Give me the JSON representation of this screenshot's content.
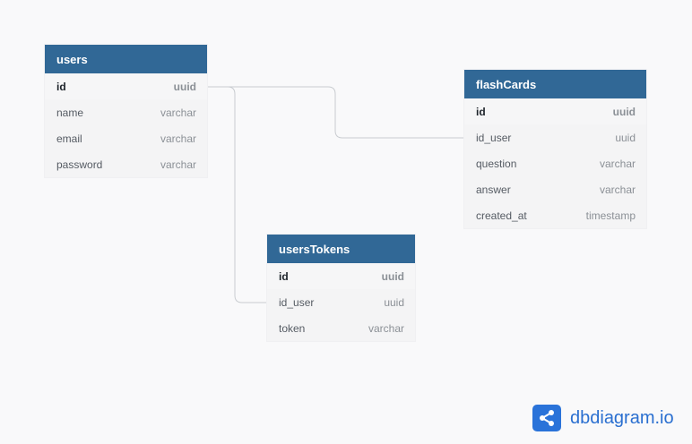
{
  "tables": {
    "users": {
      "name": "users",
      "fields": [
        {
          "name": "id",
          "type": "uuid"
        },
        {
          "name": "name",
          "type": "varchar"
        },
        {
          "name": "email",
          "type": "varchar"
        },
        {
          "name": "password",
          "type": "varchar"
        }
      ]
    },
    "flashCards": {
      "name": "flashCards",
      "fields": [
        {
          "name": "id",
          "type": "uuid"
        },
        {
          "name": "id_user",
          "type": "uuid"
        },
        {
          "name": "question",
          "type": "varchar"
        },
        {
          "name": "answer",
          "type": "varchar"
        },
        {
          "name": "created_at",
          "type": "timestamp"
        }
      ]
    },
    "usersTokens": {
      "name": "usersTokens",
      "fields": [
        {
          "name": "id",
          "type": "uuid"
        },
        {
          "name": "id_user",
          "type": "uuid"
        },
        {
          "name": "token",
          "type": "varchar"
        }
      ]
    }
  },
  "brand": {
    "name": "dbdiagram.io",
    "icon": "share-nodes-icon",
    "color": "#2a73d9"
  },
  "colors": {
    "header": "#316896",
    "link": "#c9ccd0"
  }
}
